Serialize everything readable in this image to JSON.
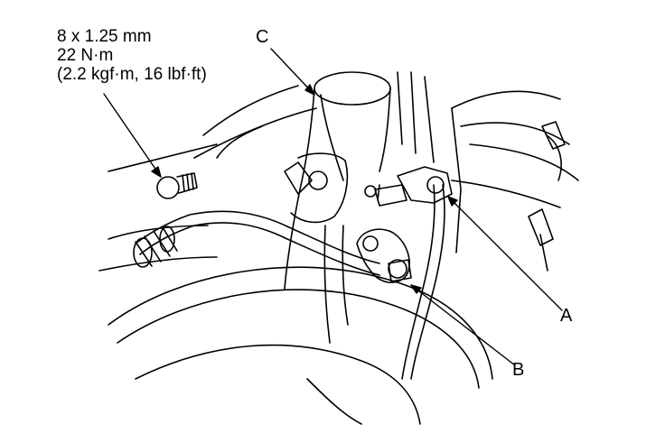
{
  "torque_spec": {
    "bolt_size": "8 x 1.25 mm",
    "torque_nm": "22 N·m",
    "torque_alt": "(2.2 kgf·m, 16 lbf·ft)"
  },
  "callouts": {
    "a": "A",
    "b": "B",
    "c": "C"
  }
}
